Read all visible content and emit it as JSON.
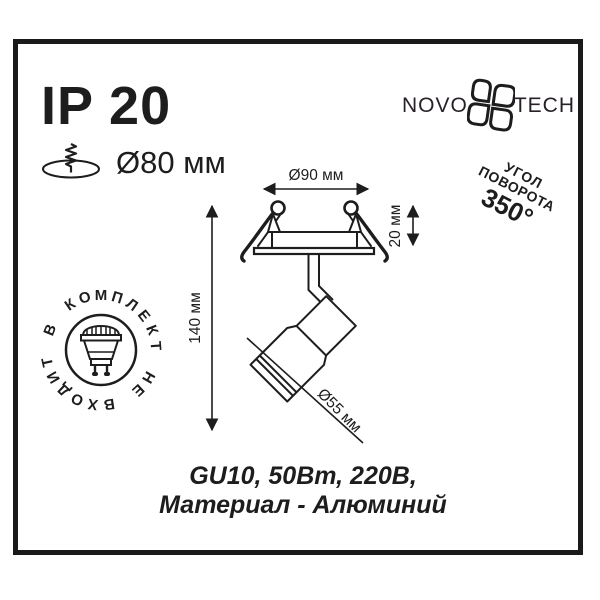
{
  "ip_rating": "IP 20",
  "cutout_diameter": "Ø80 мм",
  "logo": {
    "prefix": "NOVO",
    "suffix": "TECH"
  },
  "rotation_angle": {
    "line1": "УГОЛ",
    "line2": "ПОВОРОТА",
    "value": "350°"
  },
  "stamp": {
    "circular_text": "НЕ ВХОДИТ В КОМПЛЕКТ",
    "icon": "gu10-lamp"
  },
  "drawing": {
    "dim_top_diameter": "Ø90 мм",
    "dim_recess_depth": "20 мм",
    "dim_height": "140 мм",
    "dim_head_diameter": "Ø55 мм"
  },
  "footer": {
    "specs": "GU10, 50Вт, 220В,",
    "material": "Материал - Алюминий"
  },
  "colors": {
    "ink": "#1d1d1d",
    "background": "#ffffff"
  }
}
